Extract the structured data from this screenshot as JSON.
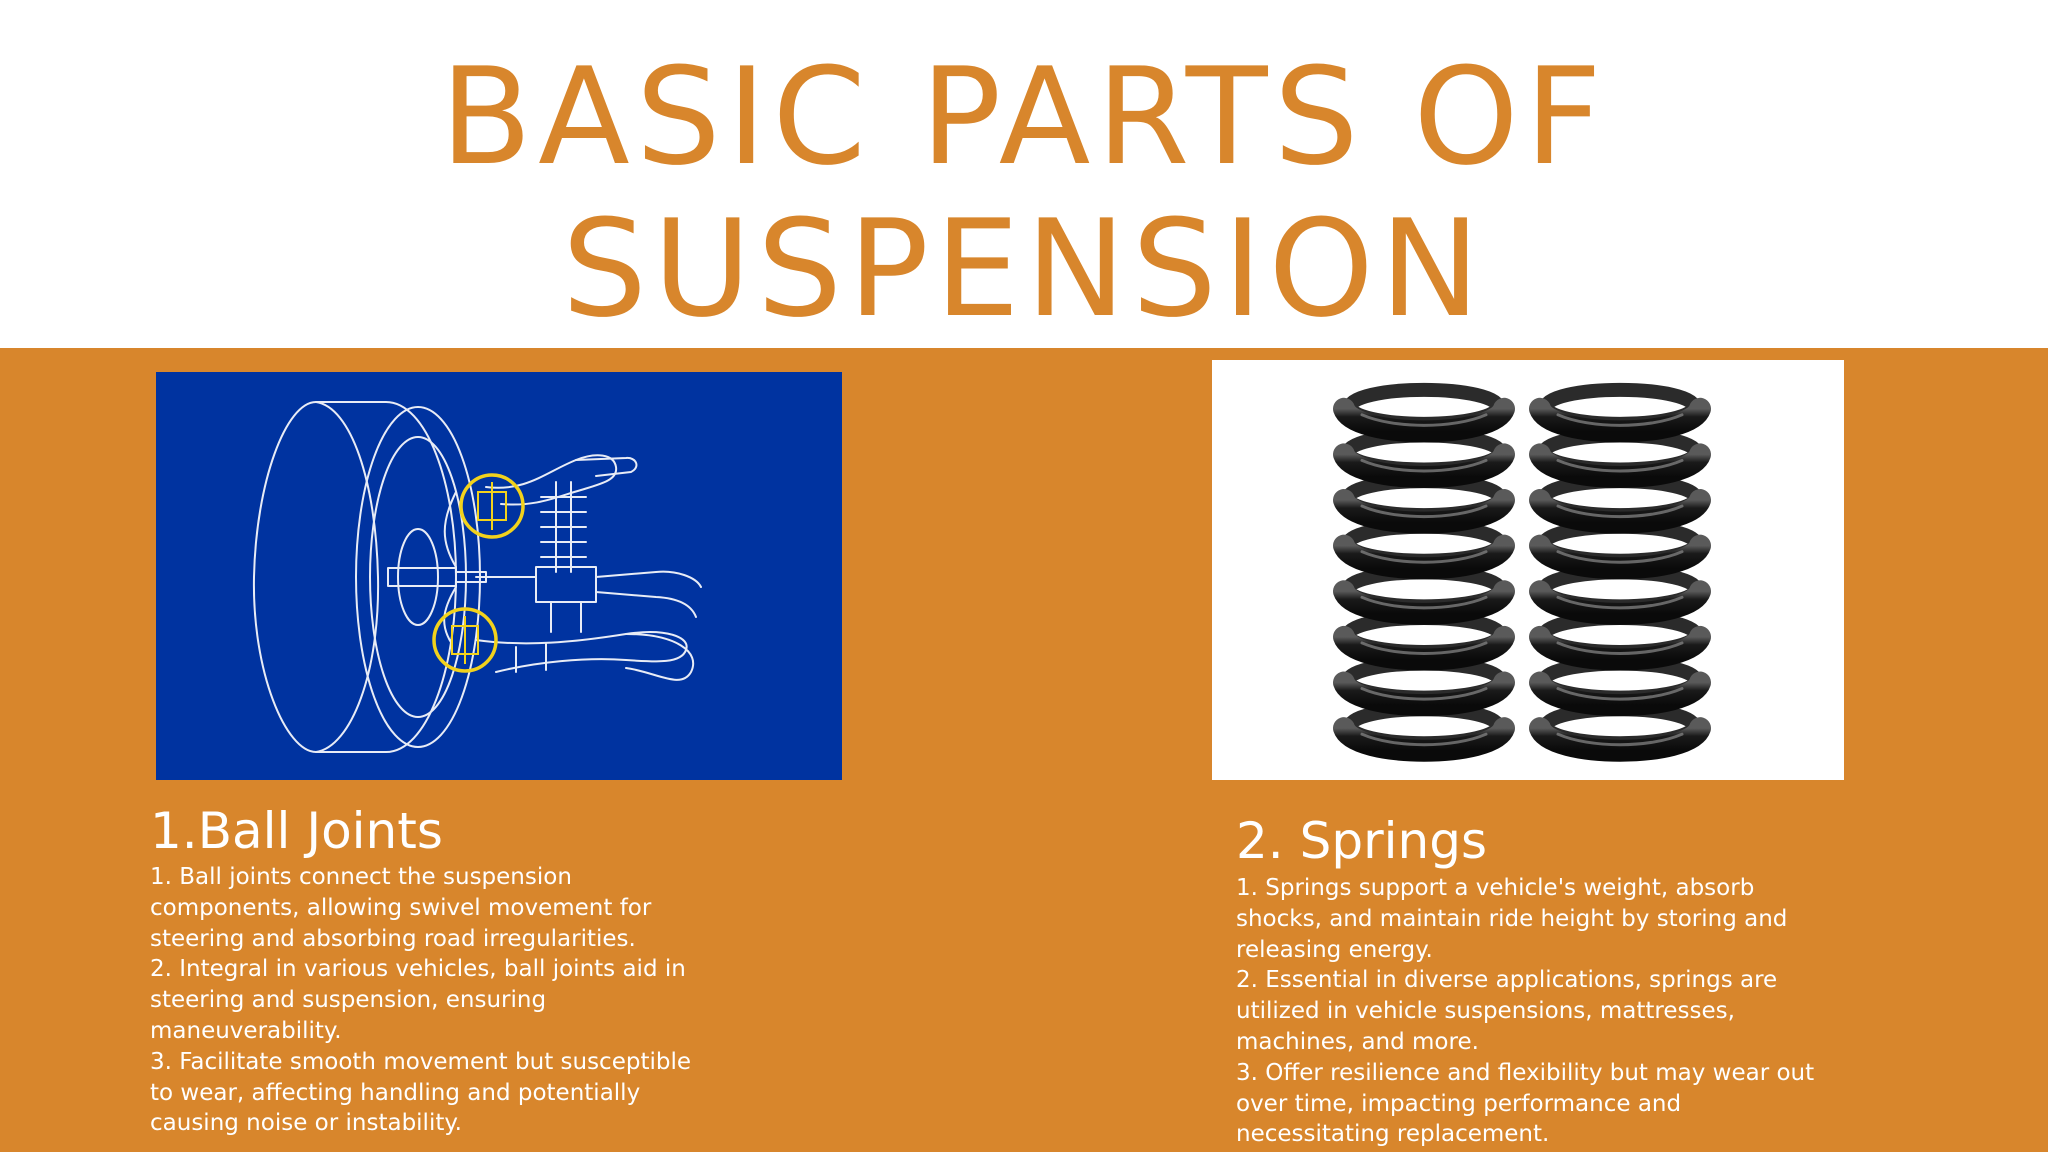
{
  "slide": {
    "title_lines": [
      "BASIC PARTS OF",
      "SUSPENSION"
    ],
    "colors": {
      "accent": "#d8862c",
      "diagram_background": "#0033a0",
      "highlight": "#f2d21c",
      "text_on_accent": "#ffffff"
    }
  },
  "ball_joints": {
    "heading": "1.Ball Joints",
    "image_icon": "ball-joint-diagram",
    "lines": [
      "1. Ball joints connect the suspension",
      "components, allowing swivel movement for",
      "steering and absorbing road irregularities.",
      "2. Integral in various vehicles, ball joints aid in",
      "steering and suspension, ensuring",
      "maneuverability.",
      "3. Facilitate smooth movement but susceptible",
      "to wear, affecting handling and potentially",
      "causing noise or instability."
    ]
  },
  "springs": {
    "heading": "2. Springs",
    "image_icon": "coil-springs-photo",
    "lines": [
      "1.  Springs support a vehicle's weight, absorb",
      "shocks, and maintain ride height by storing and",
      "releasing energy.",
      "2. Essential in diverse applications, springs are",
      "utilized in vehicle suspensions, mattresses,",
      "machines, and more.",
      "3. Offer resilience and flexibility but may wear out",
      "over time, impacting performance and",
      "necessitating replacement."
    ]
  }
}
